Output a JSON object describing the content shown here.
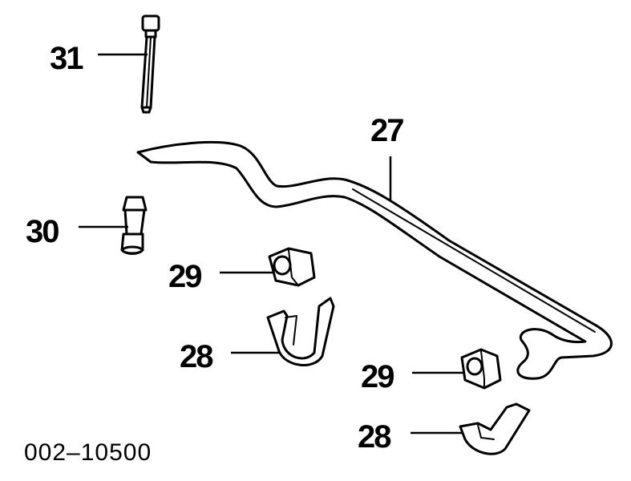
{
  "callouts": {
    "bolt": "31",
    "stabilizer_bar": "27",
    "link": "30",
    "bushing_upper": "29",
    "bracket_upper": "28",
    "bushing_lower": "29",
    "bracket_lower": "28"
  },
  "diagram_id": "002–10500"
}
